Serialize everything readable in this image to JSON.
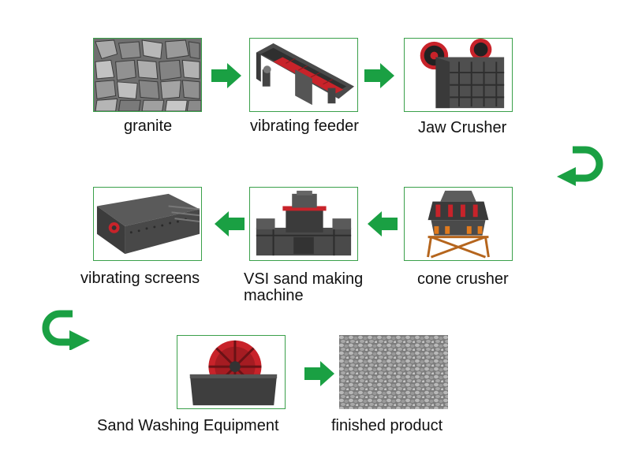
{
  "colors": {
    "frame_border": "#3aa04a",
    "arrow_green": "#1aa043",
    "accent_red": "#c8232a"
  },
  "steps": {
    "granite": "granite",
    "vibrating_feeder": "vibrating feeder",
    "jaw_crusher": "Jaw Crusher",
    "cone_crusher": "cone crusher",
    "vsi_line1": "VSI sand making",
    "vsi_line2": "machine",
    "vibrating_screens": "vibrating screens",
    "sand_washing": "Sand Washing Equipment",
    "finished_product": "finished product"
  }
}
